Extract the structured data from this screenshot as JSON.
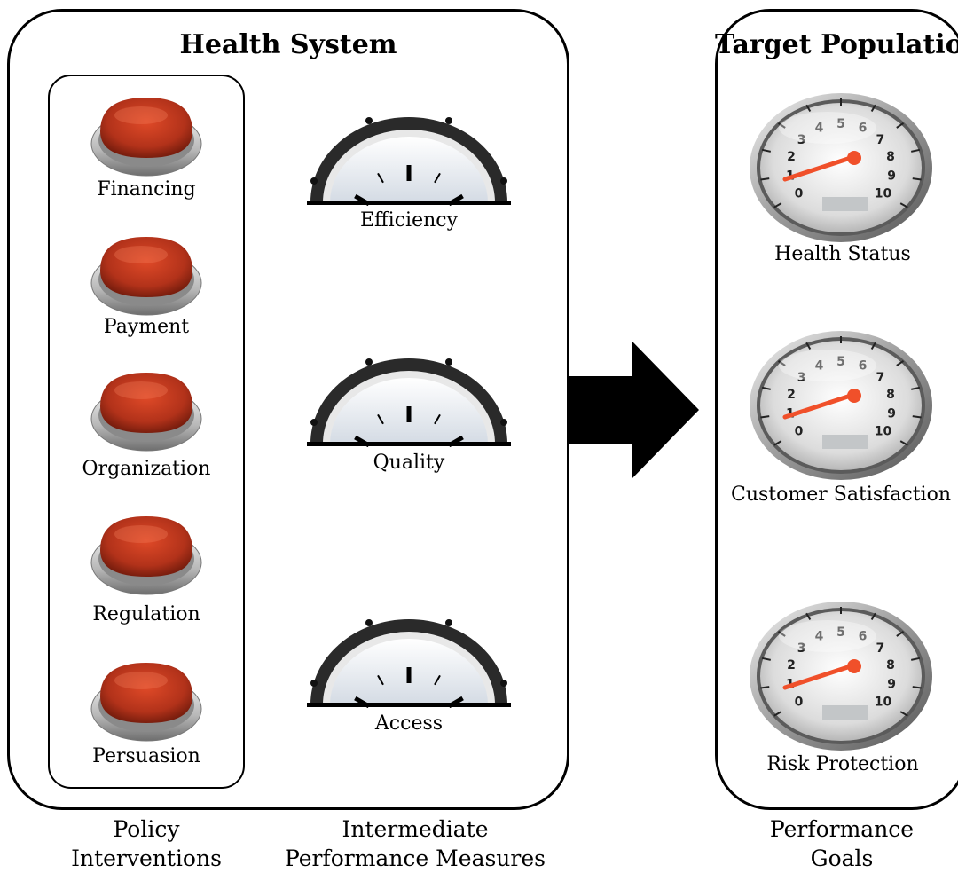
{
  "health_system": {
    "title": "Health System",
    "policy_interventions": [
      "Financing",
      "Payment",
      "Organization",
      "Regulation",
      "Persuasion"
    ],
    "intermediate_measures": [
      "Efficiency",
      "Quality",
      "Access"
    ]
  },
  "target_population": {
    "title": "Target Population",
    "performance_goals": [
      "Health Status",
      "Customer Satisfaction",
      "Risk Protection"
    ]
  },
  "captions": {
    "policy_line1": "Policy",
    "policy_line2": "Interventions",
    "intermediate_line1": "Intermediate",
    "intermediate_line2": "Performance Measures",
    "performance_line1": "Performance",
    "performance_line2": "Goals"
  },
  "speedometer_ticks": [
    "0",
    "1",
    "2",
    "3",
    "4",
    "5",
    "6",
    "7",
    "8",
    "9",
    "10"
  ],
  "colors": {
    "button_red": "#c0391b",
    "needle": "#f0502a",
    "frame": "#000000"
  }
}
